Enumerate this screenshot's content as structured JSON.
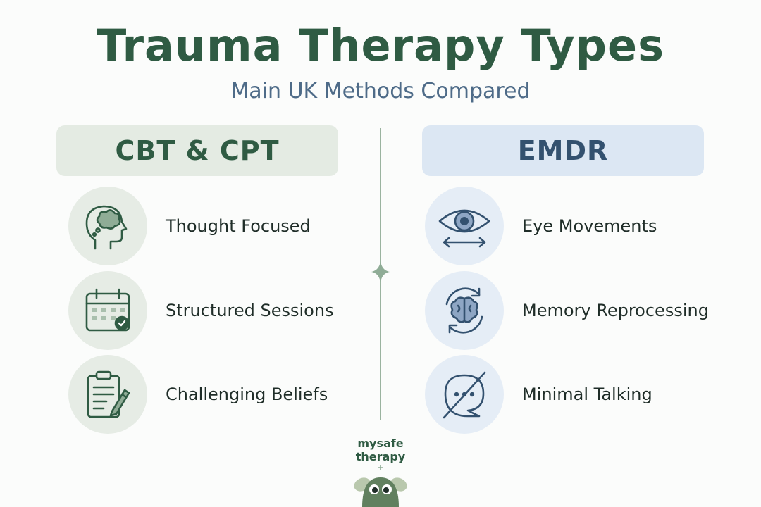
{
  "title": "Trauma Therapy Types",
  "subtitle": "Main UK Methods Compared",
  "columns": [
    {
      "header": "CBT & CPT",
      "items": [
        {
          "label": "Thought Focused",
          "icon": "head-thought-icon"
        },
        {
          "label": "Structured Sessions",
          "icon": "calendar-check-icon"
        },
        {
          "label": "Challenging Beliefs",
          "icon": "clipboard-pen-icon"
        }
      ]
    },
    {
      "header": "EMDR",
      "items": [
        {
          "label": "Eye Movements",
          "icon": "eye-arrows-icon"
        },
        {
          "label": "Memory Reprocessing",
          "icon": "brain-cycle-icon"
        },
        {
          "label": "Minimal Talking",
          "icon": "no-speech-icon"
        }
      ]
    }
  ],
  "brand": {
    "line1": "mysafe",
    "line2": "therapy"
  },
  "colors": {
    "green": "#2f5b43",
    "blue": "#33516f",
    "accent": "#9ab39f"
  }
}
